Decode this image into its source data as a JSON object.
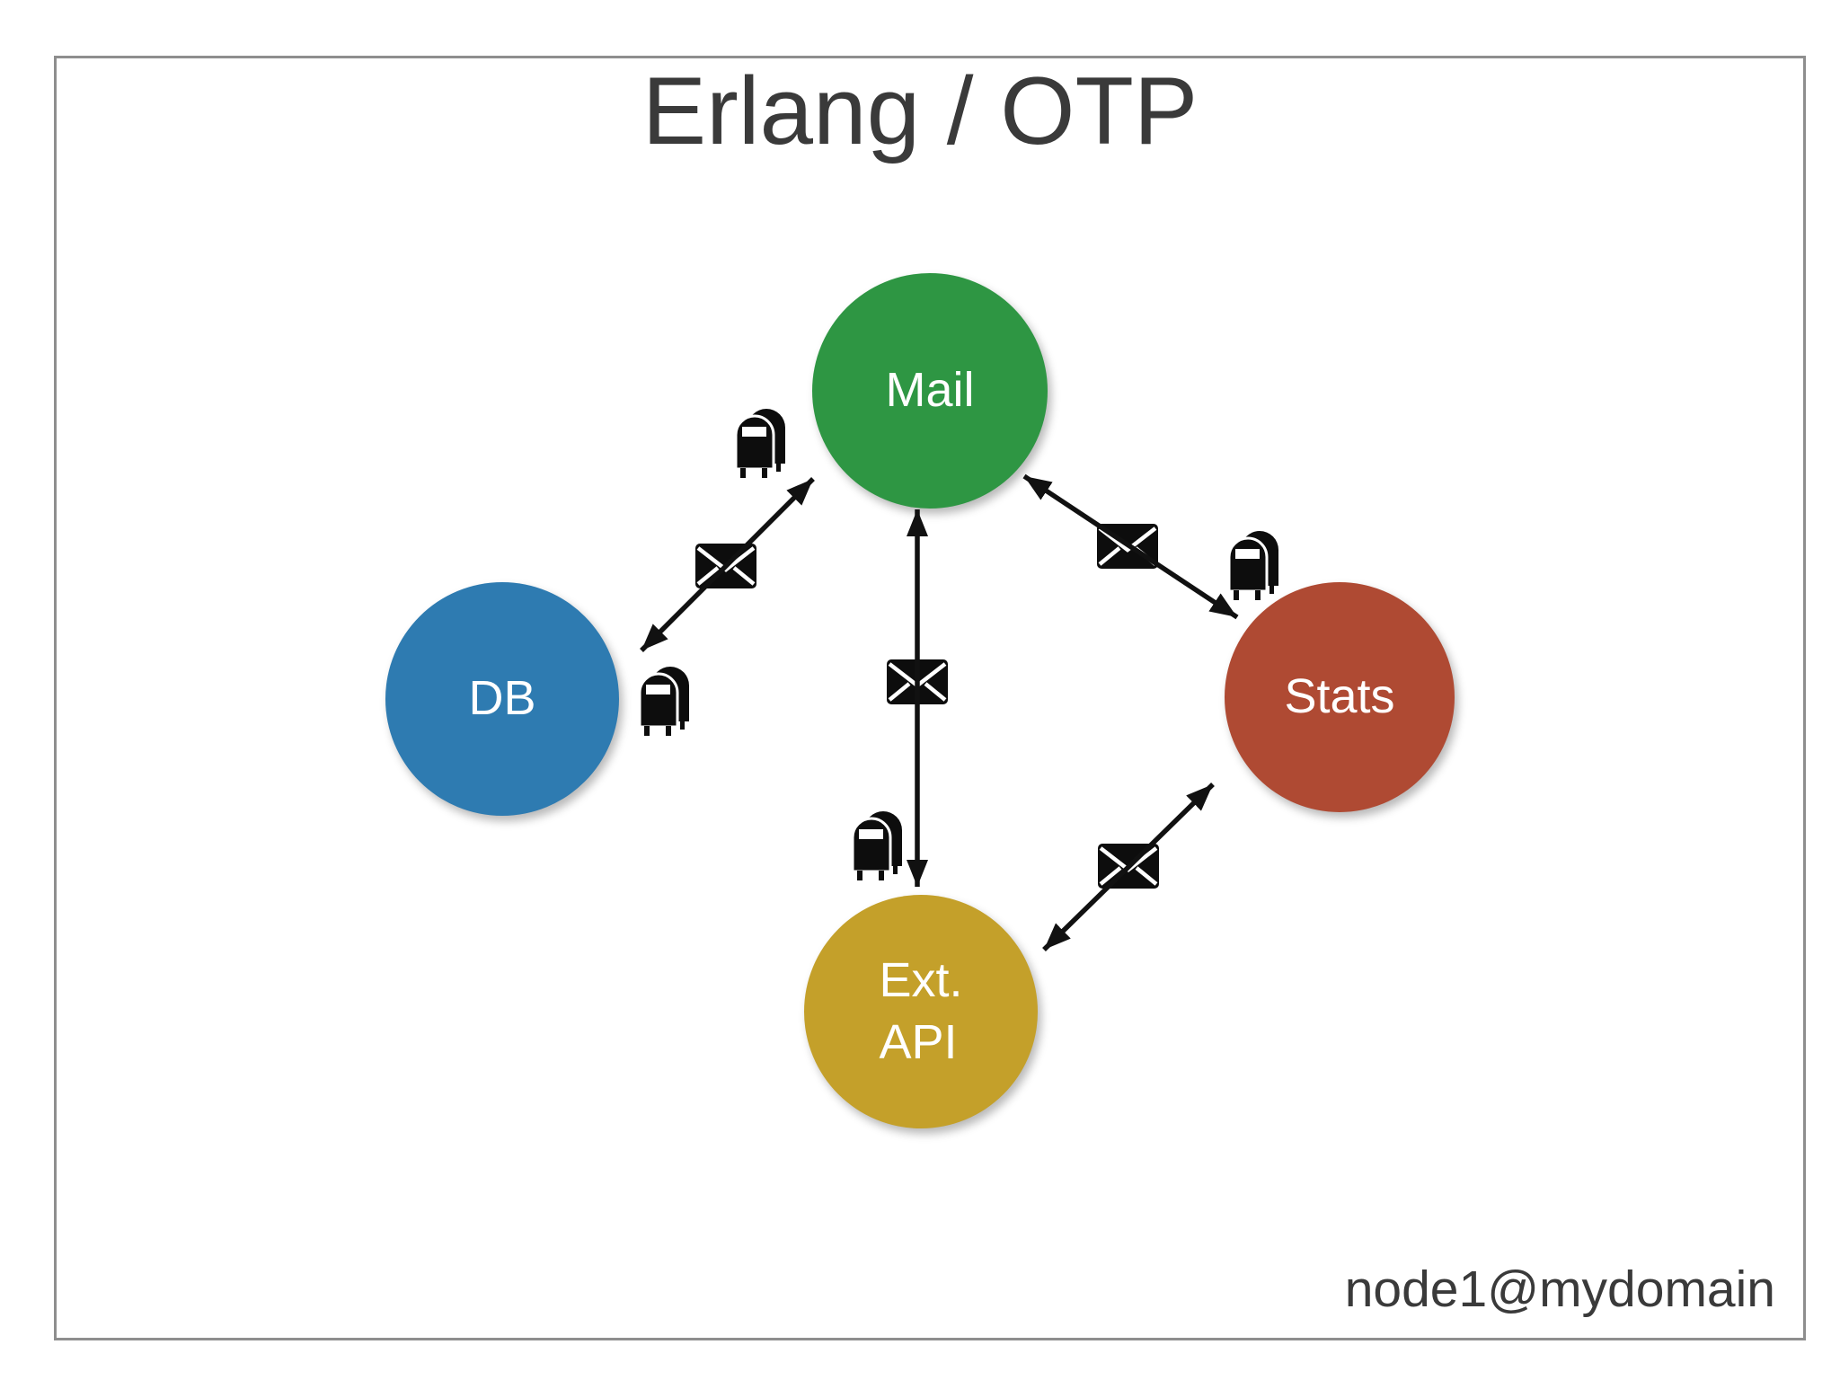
{
  "diagram": {
    "title": "Erlang / OTP",
    "footer": "node1@mydomain",
    "colors": {
      "mail_node": "#2e9643",
      "db_node": "#2e7bb1",
      "stats_node": "#af4a33",
      "ext_api_node": "#c4a02a",
      "arrow": "#111111",
      "icon": "#0d0d0d",
      "title_text": "#3a3a3a",
      "footer_text": "#3a3a3a",
      "node_text": "#ffffff",
      "frame_border": "#8e8e8e"
    },
    "nodes": [
      {
        "id": "mail",
        "label": "Mail"
      },
      {
        "id": "db",
        "label": "DB"
      },
      {
        "id": "stats",
        "label": "Stats"
      },
      {
        "id": "ext-api",
        "label_line1": "Ext.",
        "label_line2": "API"
      }
    ],
    "edges": [
      {
        "from": "db",
        "to": "mail",
        "bidirectional": true,
        "icons": [
          "envelope-icon",
          "mailbox-icon",
          "mailbox-icon"
        ]
      },
      {
        "from": "mail",
        "to": "ext-api",
        "bidirectional": true,
        "icons": [
          "envelope-icon",
          "mailbox-icon"
        ]
      },
      {
        "from": "mail",
        "to": "stats",
        "bidirectional": true,
        "icons": [
          "envelope-icon",
          "mailbox-icon"
        ]
      },
      {
        "from": "stats",
        "to": "ext-api",
        "bidirectional": true,
        "icons": [
          "envelope-icon"
        ]
      }
    ]
  }
}
